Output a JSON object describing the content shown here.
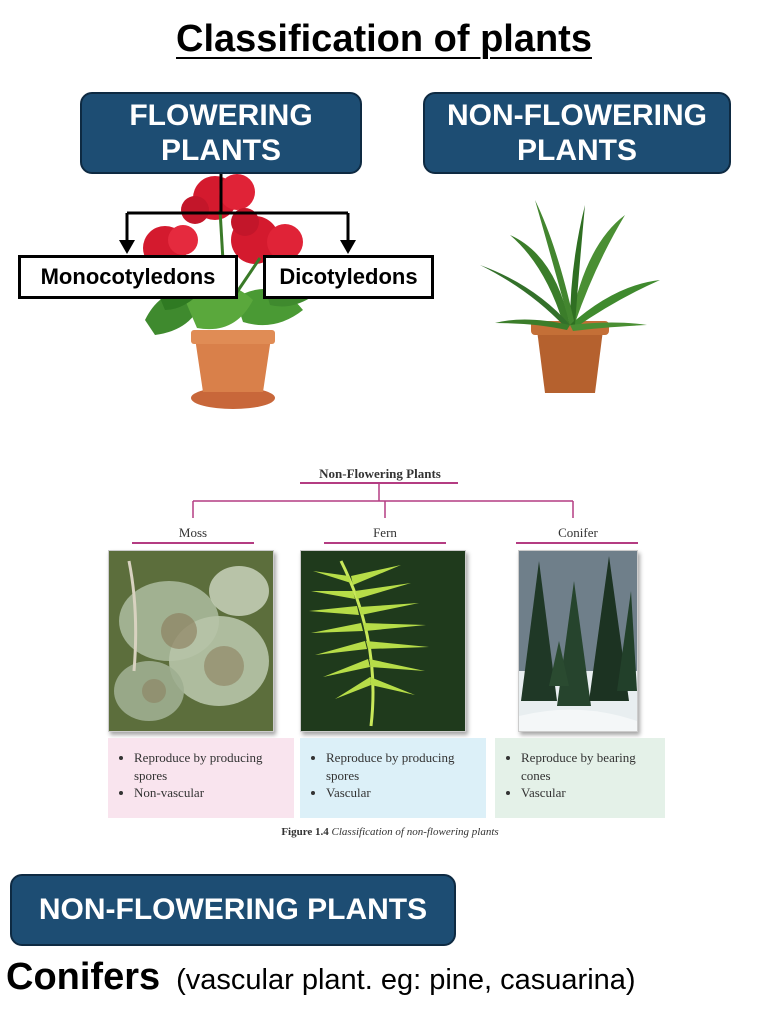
{
  "page": {
    "title": "Classification of plants",
    "flowering_box": "FLOWERING PLANTS",
    "non_flowering_box": "NON-FLOWERING PLANTS",
    "monocot_label": "Monocotyledons",
    "dicot_label": "Dicotyledons"
  },
  "figure": {
    "title": "Non-Flowering Plants",
    "categories": [
      {
        "name": "Moss",
        "traits": [
          "Reproduce by producing spores",
          "Non-vascular"
        ]
      },
      {
        "name": "Fern",
        "traits": [
          "Reproduce by producing spores",
          "Vascular"
        ]
      },
      {
        "name": "Conifer",
        "traits": [
          "Reproduce by bearing cones",
          "Vascular"
        ]
      }
    ],
    "caption_label": "Figure 1.4",
    "caption_text": "Classification of non-flowering plants"
  },
  "bottom": {
    "section_box": "NON-FLOWERING PLANTS",
    "heading": "Conifers",
    "description": "(vascular plant. eg: pine, casuarina)"
  },
  "colors": {
    "box_blue": "#1d4d73",
    "rule_magenta": "#b43c82",
    "moss_bg": "#f9e4ee",
    "fern_bg": "#dcf0f8",
    "conifer_bg": "#e4f1e8"
  }
}
